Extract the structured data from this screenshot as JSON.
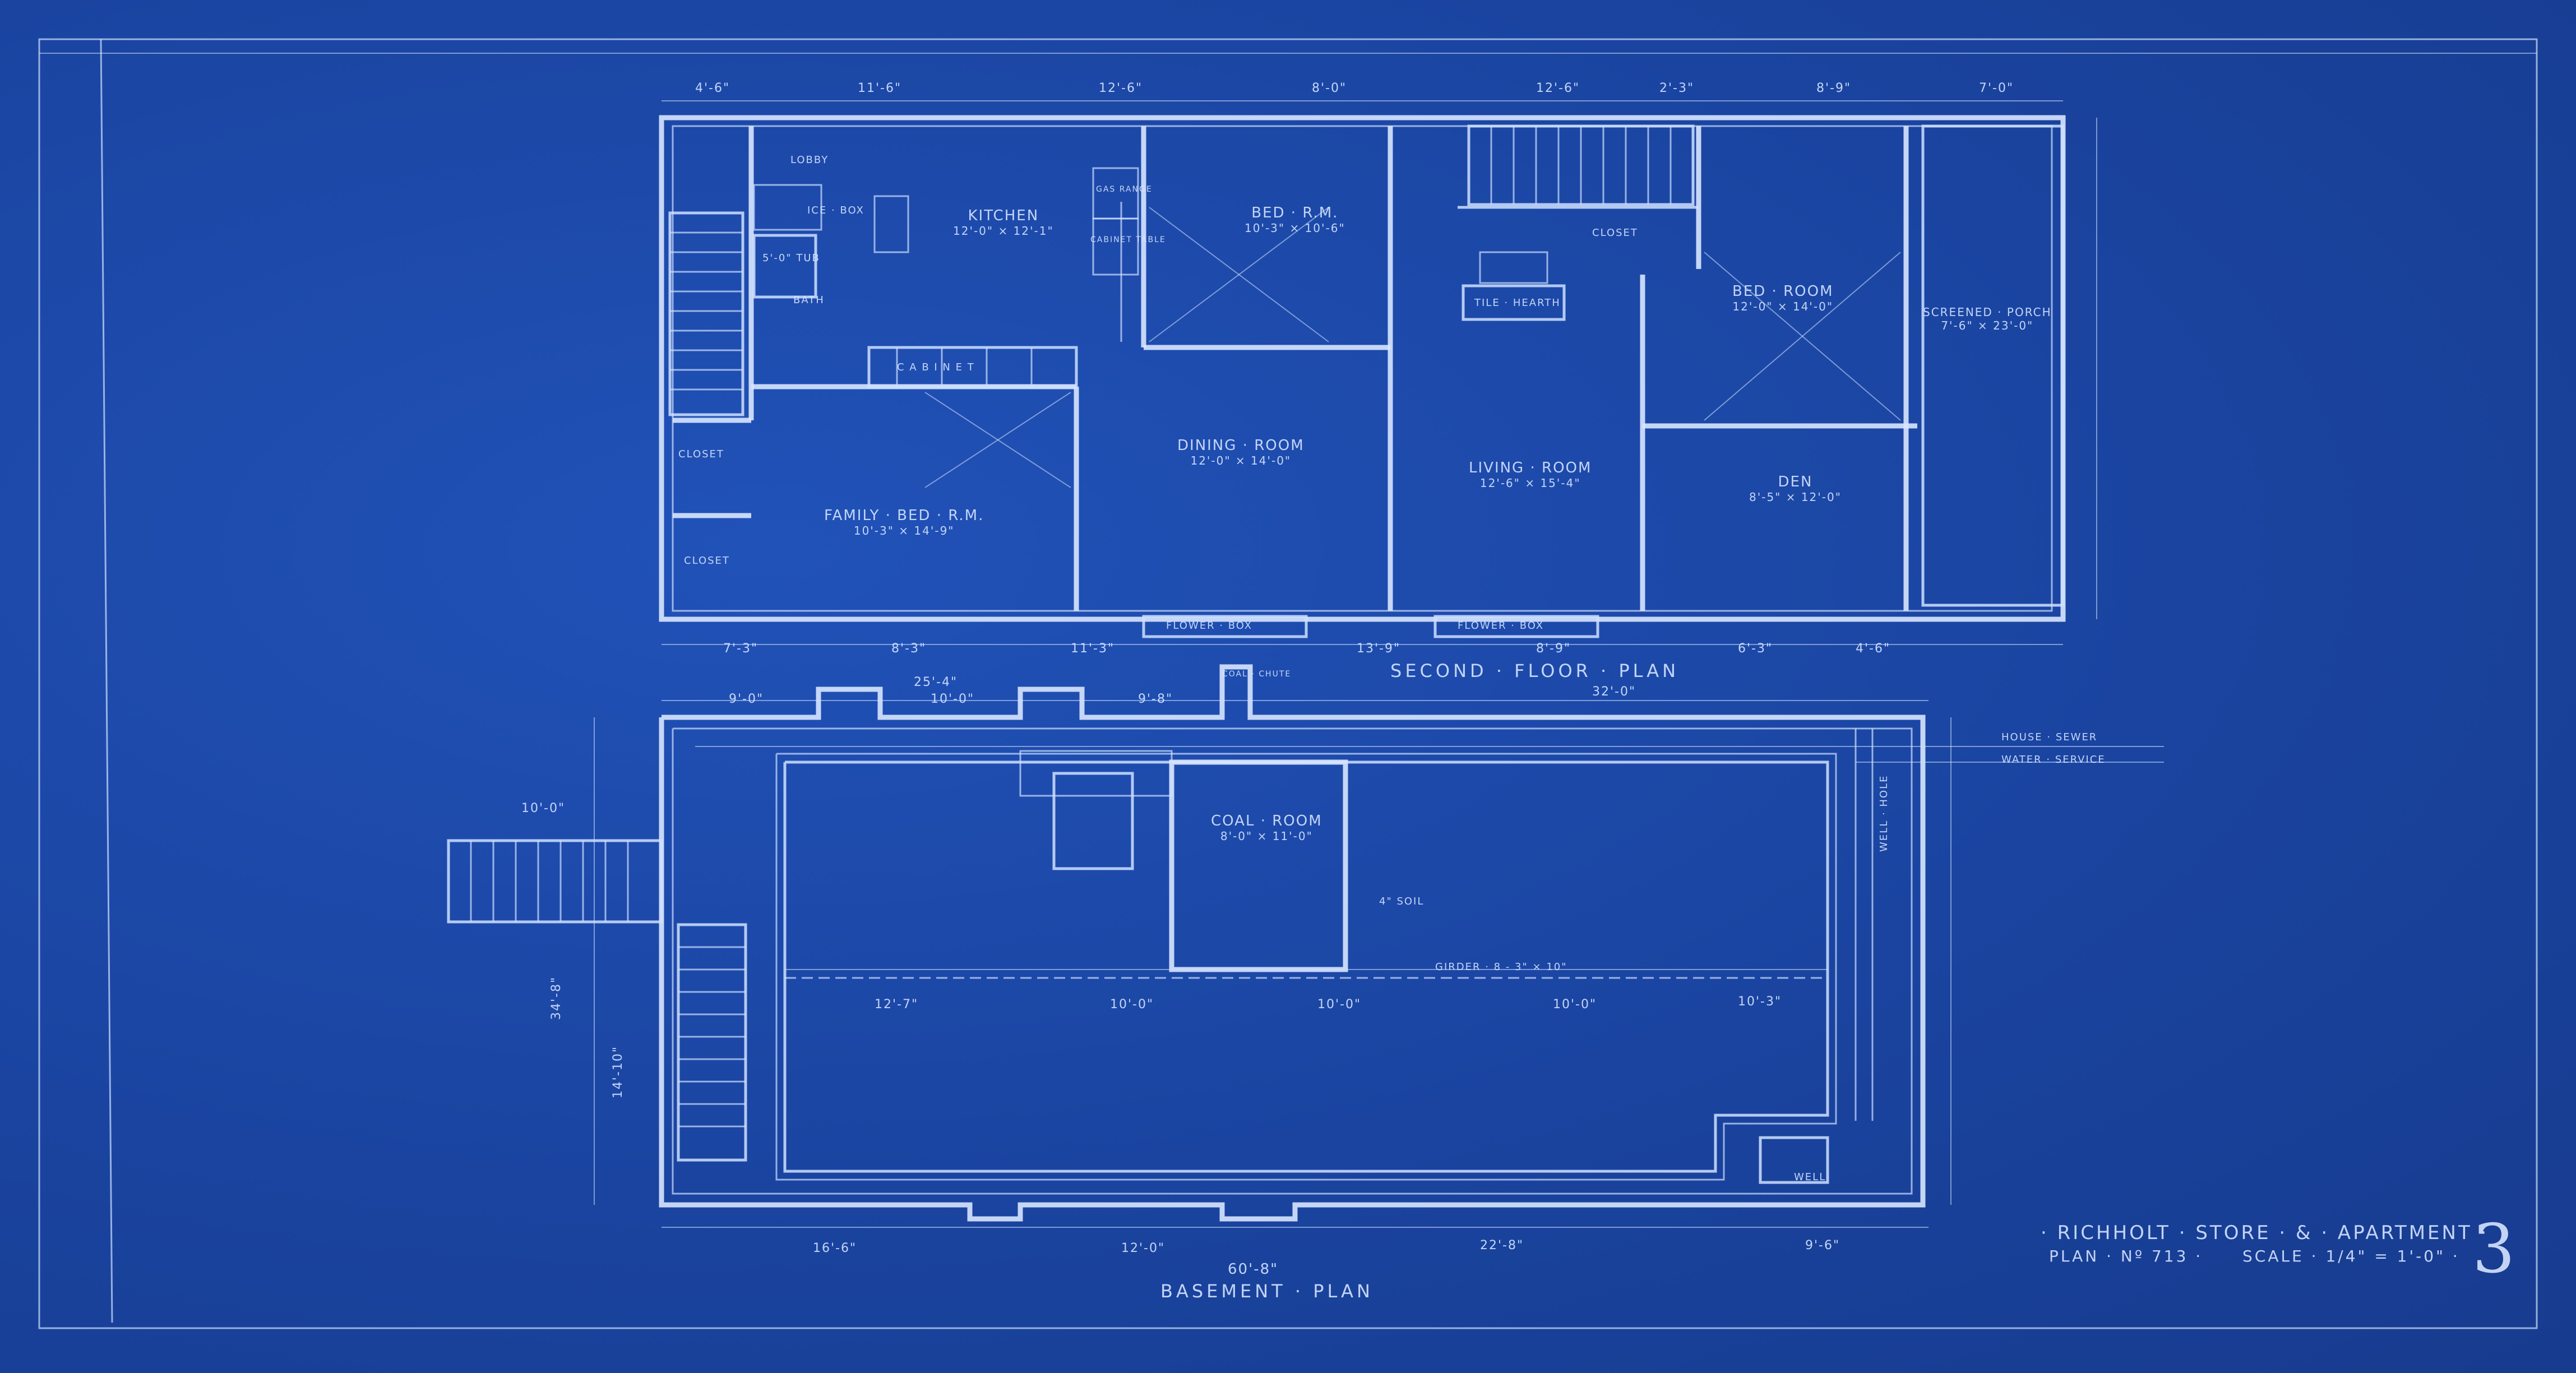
{
  "plans": {
    "second_floor": {
      "title": "SECOND · FLOOR · PLAN",
      "rooms": [
        {
          "name": "KITCHEN",
          "size": "12'-0\" × 12'-1\""
        },
        {
          "name": "BED · R.M.",
          "size": "10'-3\" × 10'-6\""
        },
        {
          "name": "BED · ROOM",
          "size": "12'-0\" × 14'-0\""
        },
        {
          "name": "SCREENED · PORCH",
          "size": "7'-6\" × 23'-0\""
        },
        {
          "name": "DINING · ROOM",
          "size": "12'-0\" × 14'-0\""
        },
        {
          "name": "LIVING · ROOM",
          "size": "12'-6\" × 15'-4\""
        },
        {
          "name": "DEN",
          "size": "8'-5\" × 12'-0\""
        },
        {
          "name": "FAMILY · BED · R.M.",
          "size": "10'-3\" × 14'-9\""
        }
      ],
      "labels": {
        "lobby": "LOBBY",
        "bath": "BATH",
        "tub": "5'-0\" TUB",
        "ice_box": "ICE · BOX",
        "cabinet": "C A B I N E T",
        "gas_range": "GAS RANGE",
        "cabinet_table": "CABINET TABLE",
        "closet1": "CLOSET",
        "closet2": "CLOSET",
        "closet3": "CLOSET",
        "flower_box1": "FLOWER · BOX",
        "flower_box2": "FLOWER · BOX",
        "tile_hearth": "TILE · HEARTH"
      },
      "dims_top": [
        "4'-6\"",
        "11'-6\"",
        "12'-6\"",
        "8'-0\"",
        "12'-6\"",
        "2'-3\"",
        "8'-9\"",
        "7'-0\""
      ],
      "dims_bottom": [
        "7'-3\"",
        "8'-3\"",
        "11'-3\"",
        "13'-9\"",
        "8'-9\"",
        "6'-3\"",
        "4'-6\""
      ]
    },
    "basement": {
      "title": "BASEMENT · PLAN",
      "rooms": [
        {
          "name": "COAL · ROOM",
          "size": "8'-0\" × 11'-0\""
        }
      ],
      "labels": {
        "well": "WELL",
        "house_sewer": "HOUSE · SEWER",
        "water_service": "WATER · SERVICE",
        "soil": "4\" SOIL",
        "girder": "GIRDER · 8 - 3\" × 10\"",
        "coal_chute": "COAL · CHUTE",
        "well_hole": "WELL · HOLE"
      },
      "dims_top": [
        "9'-0\"",
        "25'-4\"",
        "10'-0\"",
        "9'-8\"",
        "32'-0\""
      ],
      "dims_mid": [
        "12'-7\"",
        "10'-0\"",
        "10'-0\"",
        "10'-0\"",
        "10'-3\""
      ],
      "dims_bottom": [
        "16'-6\"",
        "12'-0\"",
        "22'-8\"",
        "9'-6\""
      ],
      "overall": "60'-8\"",
      "left_dims": [
        "10'-0\"",
        "34'-8\"",
        "14'-10\""
      ]
    }
  },
  "title_block": {
    "project": "· RICHHOLT · STORE · & · APARTMENT ·",
    "plan_no": "PLAN · Nº 713 ·",
    "scale": "SCALE · 1/4\" = 1'-0\" ·",
    "sheet_number": "3"
  }
}
